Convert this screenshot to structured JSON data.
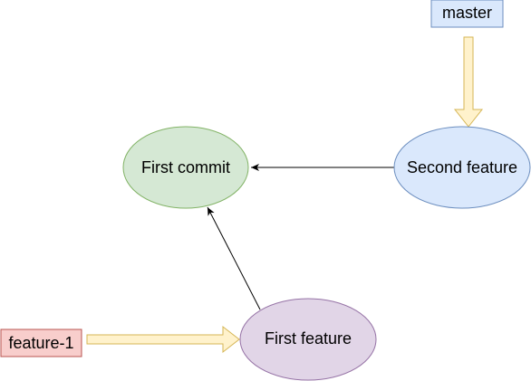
{
  "diagram": {
    "nodes": {
      "first_commit": {
        "label": "First commit",
        "fill": "#d5e8d4",
        "stroke": "#82b366"
      },
      "second_feature": {
        "label": "Second feature",
        "fill": "#dae8fc",
        "stroke": "#6c8ebf"
      },
      "first_feature": {
        "label": "First feature",
        "fill": "#e1d5e7",
        "stroke": "#9673a6"
      }
    },
    "branches": {
      "master": {
        "label": "master",
        "fill": "#dae8fc",
        "stroke": "#6c8ebf"
      },
      "feature_1": {
        "label": "feature-1",
        "fill": "#f8cecc",
        "stroke": "#b85450"
      }
    },
    "pointer_arrow_color": {
      "fill": "#fff2cc",
      "stroke": "#d6b656"
    },
    "edge_color": "#000000"
  }
}
